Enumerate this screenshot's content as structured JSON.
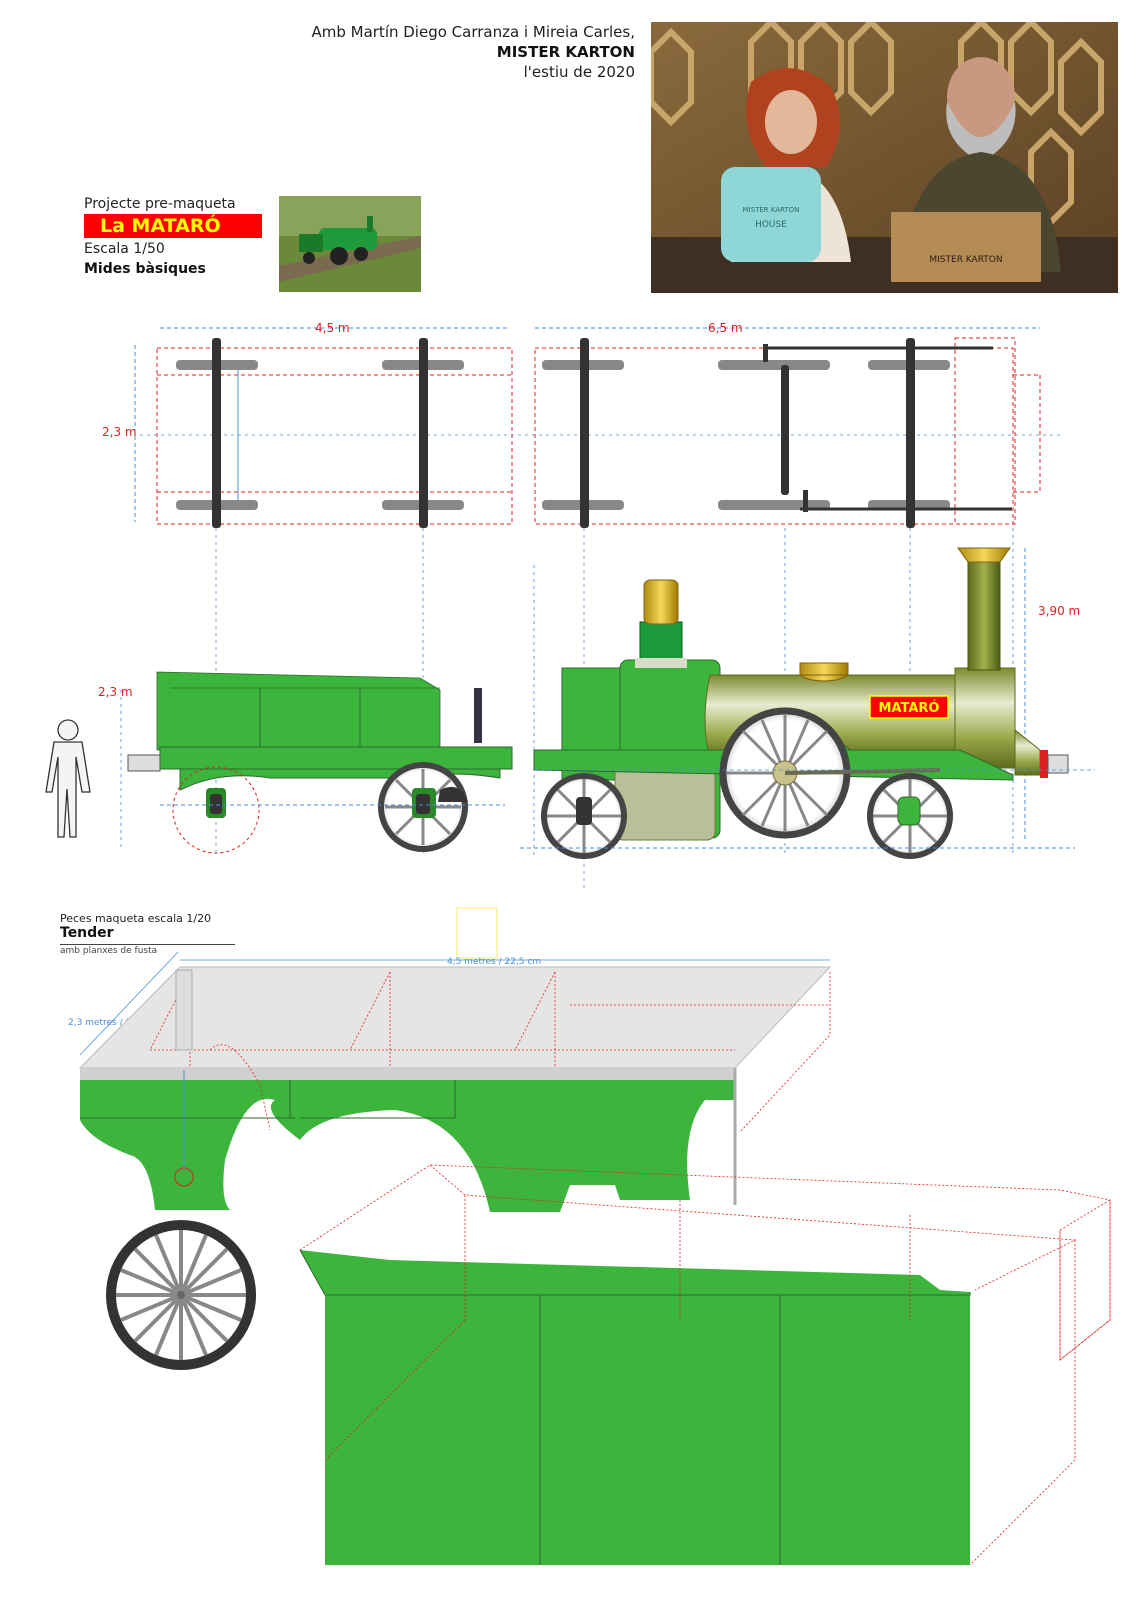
{
  "credits": {
    "line1": "Amb Martín Diego Carranza i Mireia Carles,",
    "line2": "MISTER KARTON",
    "line3": "l'estiu de 2020"
  },
  "photo": {
    "sign_front": "MISTER KARTON",
    "sign_back": "HOUSE",
    "sign_right": "MISTER KARTON"
  },
  "project": {
    "label": "Projecte pre-maqueta",
    "title": "La MATARÓ",
    "scale": "Escala 1/50",
    "subtitle": "Mides bàsiques"
  },
  "plan": {
    "dim_tender_length": "4,5 m",
    "dim_loco_length": "6,5 m",
    "dim_width": "2,3 m"
  },
  "elevation": {
    "dim_tender_height": "2,3 m",
    "dim_loco_height": "3,90 m",
    "loco_name": "MATARÓ"
  },
  "pieces": {
    "heading": "Peces maqueta escala 1/20",
    "tender_title": "Tender",
    "tender_sub": "amb planxes de fusta",
    "dim_length": "4,5 metres  /  22,5 cm",
    "dim_width": "2,3 metres  /  11,5 cm"
  },
  "colors": {
    "green": "#3db53d",
    "dark_green": "#2a8a2a",
    "red_dash": "#e02020",
    "blue_dim": "#4a8fd8",
    "olive": "#8a9a40"
  }
}
